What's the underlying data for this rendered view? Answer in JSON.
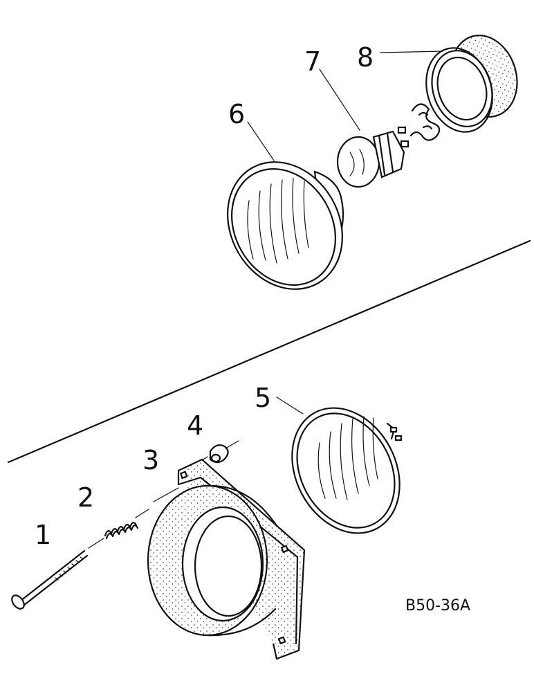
{
  "diagram": {
    "part_labels": [
      "1",
      "2",
      "3",
      "4",
      "5",
      "6",
      "7",
      "8"
    ],
    "drawing_code": "B50-36A"
  }
}
